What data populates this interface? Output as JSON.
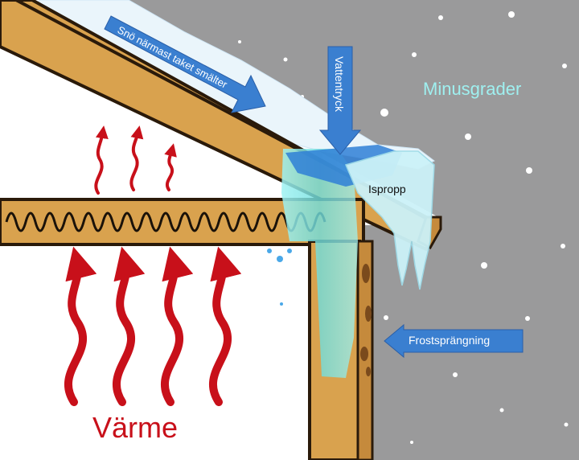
{
  "labels": {
    "snow_melt": "Snö närmast taket smälter",
    "water_pressure": "Vattentryck",
    "below_zero": "Minusgrader",
    "ice_plug": "Ispropp",
    "frost_heave": "Frostsprängning",
    "heat": "Värme"
  },
  "colors": {
    "outside_sky": "#9a9a9b",
    "wood": "#d9a24e",
    "wood_outline": "#2a1a0a",
    "heat_red": "#c8101a",
    "arrow_blue": "#3a7fd0",
    "water_cyan": "#7fe3e3",
    "ice_white": "#e8f6ff",
    "label_cyan": "#9ff0f0"
  },
  "icons": {
    "heat_arrow": "wavy-up-arrow-icon",
    "direction_arrow": "block-arrow-icon",
    "snowflake": "snow-dot-icon"
  }
}
